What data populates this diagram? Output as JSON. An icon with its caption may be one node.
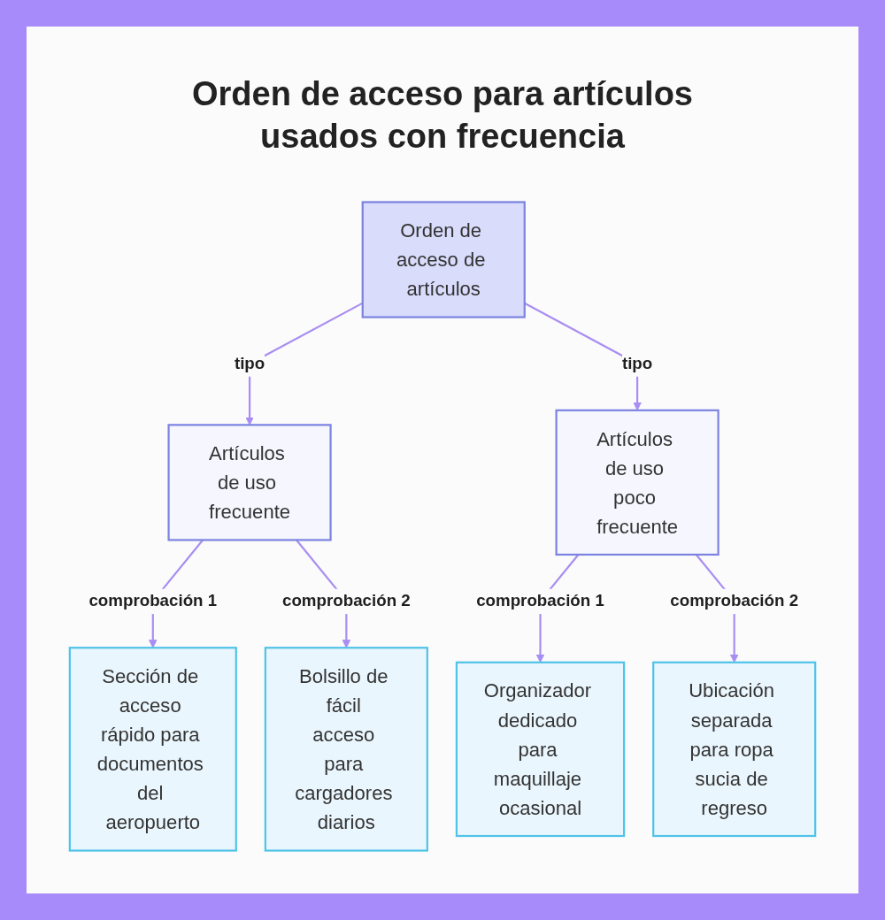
{
  "diagram": {
    "title": "Orden de acceso para artículos usados con frecuencia",
    "nodes": [
      {
        "text": [
          "Orden de acceso de artículos"
        ]
      },
      {
        "text": [
          "Artículos de uso frecuente"
        ]
      },
      {
        "text": [
          "Artículos de uso poco frecuente"
        ]
      },
      {
        "text": [
          "Sección de acceso rápido para documentos del aeropuerto"
        ]
      },
      {
        "text": [
          "Bolsillo de fácil acceso para cargadores diarios"
        ]
      },
      {
        "text": [
          "Organizador dedicado para maquillaje ocasional"
        ]
      },
      {
        "text": [
          "Ubicación separada para ropa sucia de regreso"
        ]
      }
    ],
    "edges": [
      {
        "from": 0,
        "to": 1,
        "arrow": "to",
        "label": "tipo"
      },
      {
        "from": 0,
        "to": 2,
        "arrow": "to",
        "label": "tipo"
      },
      {
        "from": 1,
        "to": 3,
        "arrow": "to",
        "label": "comprobación 1"
      },
      {
        "from": 1,
        "to": 4,
        "arrow": "to",
        "label": "comprobación 2"
      },
      {
        "from": 2,
        "to": 5,
        "arrow": "to",
        "label": "comprobación 1"
      },
      {
        "from": 2,
        "to": 6,
        "arrow": "to",
        "label": "comprobación 2"
      }
    ]
  }
}
